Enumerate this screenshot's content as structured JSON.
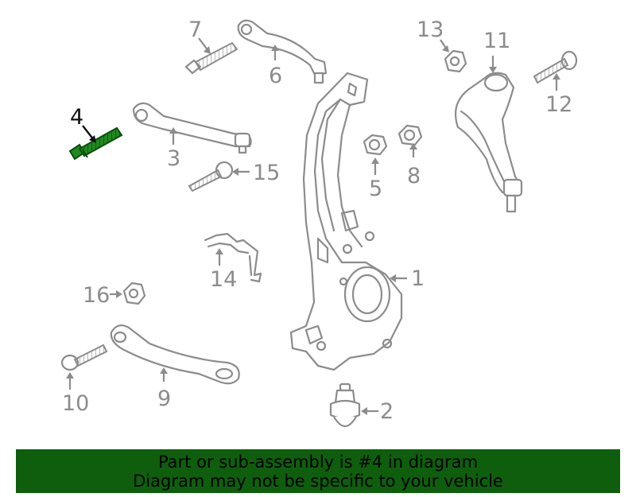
{
  "callouts": [
    "1",
    "2",
    "3",
    "4",
    "5",
    "6",
    "7",
    "8",
    "9",
    "10",
    "11",
    "12",
    "13",
    "14",
    "15",
    "16"
  ],
  "highlighted_part": "4",
  "colors": {
    "highlight_part": "#1a7a1a",
    "banner_background": "#0e5e0e",
    "line_gray": "#8c8c8c"
  },
  "banner": {
    "line1": "Part or sub-assembly is #4 in diagram",
    "line2": "Diagram may not be specific to your vehicle"
  }
}
